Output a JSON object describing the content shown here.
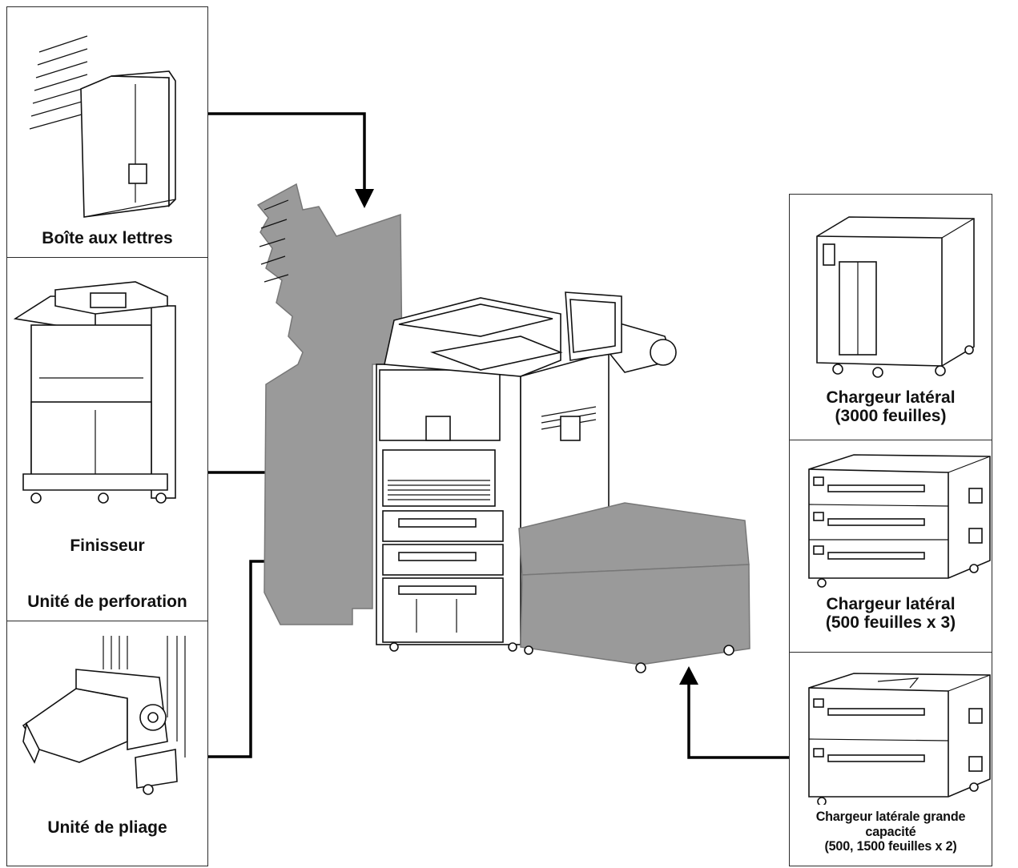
{
  "left_options": [
    {
      "id": "mailbox",
      "label": "Boîte aux lettres",
      "icon": "mailbox-unit-icon"
    },
    {
      "id": "finisher",
      "label": "Finisseur",
      "sublabel": "Unité de perforation",
      "icon": "finisher-unit-icon"
    },
    {
      "id": "folding",
      "label": "Unité de pliage",
      "icon": "folding-unit-icon"
    }
  ],
  "right_options": [
    {
      "id": "side-3000",
      "label": "Chargeur latéral\n(3000 feuilles)",
      "icon": "side-feeder-icon"
    },
    {
      "id": "side-500x3",
      "label": "Chargeur latéral\n(500 feuilles x 3)",
      "icon": "paper-drawer-3-icon"
    },
    {
      "id": "side-large",
      "label": "Chargeur latérale grande\ncapacité\n(500, 1500 feuilles x 2)",
      "icon": "paper-drawer-2-icon"
    }
  ],
  "colors": {
    "line": "#000000",
    "highlight": "#9a9a9a",
    "border": "#2b2b2b"
  }
}
